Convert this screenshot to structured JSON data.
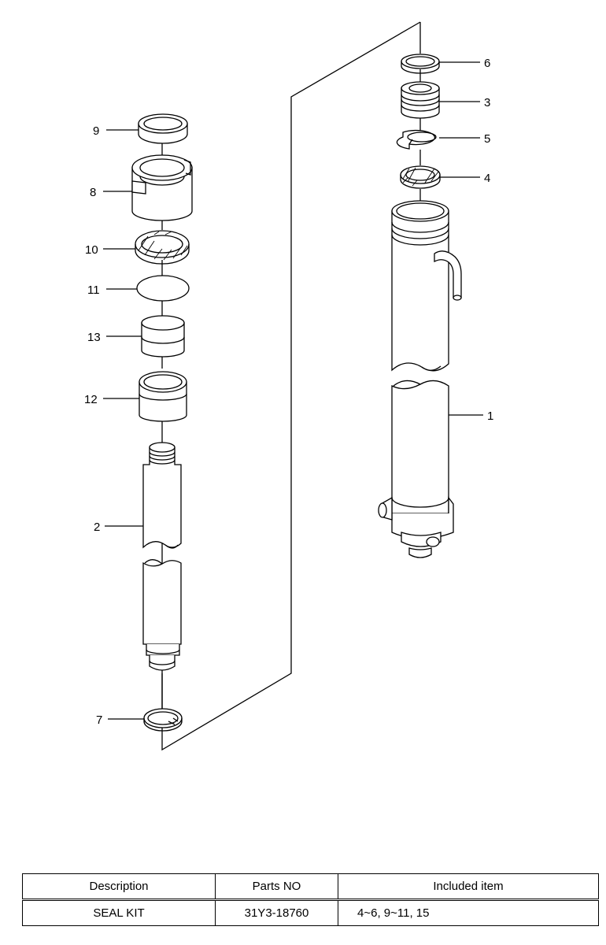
{
  "callouts": [
    "6",
    "3",
    "5",
    "4",
    "1",
    "9",
    "8",
    "10",
    "11",
    "13",
    "12",
    "2",
    "7"
  ],
  "table": {
    "headers": [
      "Description",
      "Parts NO",
      "Included item"
    ],
    "rows": [
      {
        "description": "SEAL KIT",
        "parts_no": "31Y3-18760",
        "included_item": "4~6, 9~11, 15"
      }
    ]
  }
}
